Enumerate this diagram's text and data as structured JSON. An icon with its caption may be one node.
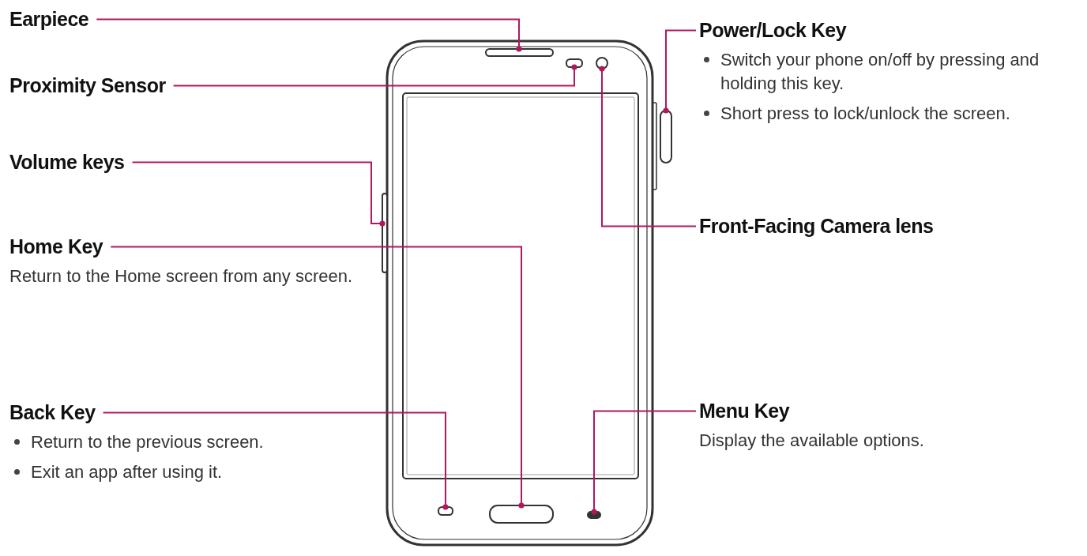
{
  "diagram": {
    "nodes": [
      {
        "text": [
          "Earpiece"
        ]
      },
      {
        "text": [
          "Proximity Sensor"
        ]
      },
      {
        "text": [
          "Volume keys"
        ]
      },
      {
        "text": [
          "Home Key",
          "Return to the Home screen from any screen."
        ]
      },
      {
        "text": [
          "Back Key",
          "Return to the previous screen.",
          "Exit an app after using it."
        ]
      },
      {
        "text": [
          "Power/Lock Key",
          "Switch your phone on/off by pressing and holding this key.",
          "Short press to lock/unlock the screen."
        ]
      },
      {
        "text": [
          "Front-Facing Camera lens"
        ]
      },
      {
        "text": [
          "Menu Key",
          "Display the available options."
        ]
      },
      {
        "text": [],
        "shape": "bar"
      },
      {
        "text": [],
        "shape": "box"
      },
      {
        "text": [],
        "shape": "bar"
      },
      {
        "text": [],
        "shape": "box"
      },
      {
        "text": [],
        "shape": "box"
      },
      {
        "text": [],
        "shape": "bar"
      },
      {
        "text": [],
        "shape": "circle"
      },
      {
        "text": [],
        "shape": "bar"
      }
    ],
    "edges": [
      {
        "from": 0,
        "to": 8,
        "arrow": "other"
      },
      {
        "from": 1,
        "to": 9,
        "arrow": "other"
      },
      {
        "from": 2,
        "to": 10,
        "arrow": "other"
      },
      {
        "from": 3,
        "to": 11,
        "arrow": "other"
      },
      {
        "from": 4,
        "to": 12,
        "arrow": "other"
      },
      {
        "from": 5,
        "to": 13,
        "arrow": "other"
      },
      {
        "from": 6,
        "to": 14,
        "arrow": "other"
      },
      {
        "from": 7,
        "to": 15,
        "arrow": "other"
      }
    ]
  }
}
